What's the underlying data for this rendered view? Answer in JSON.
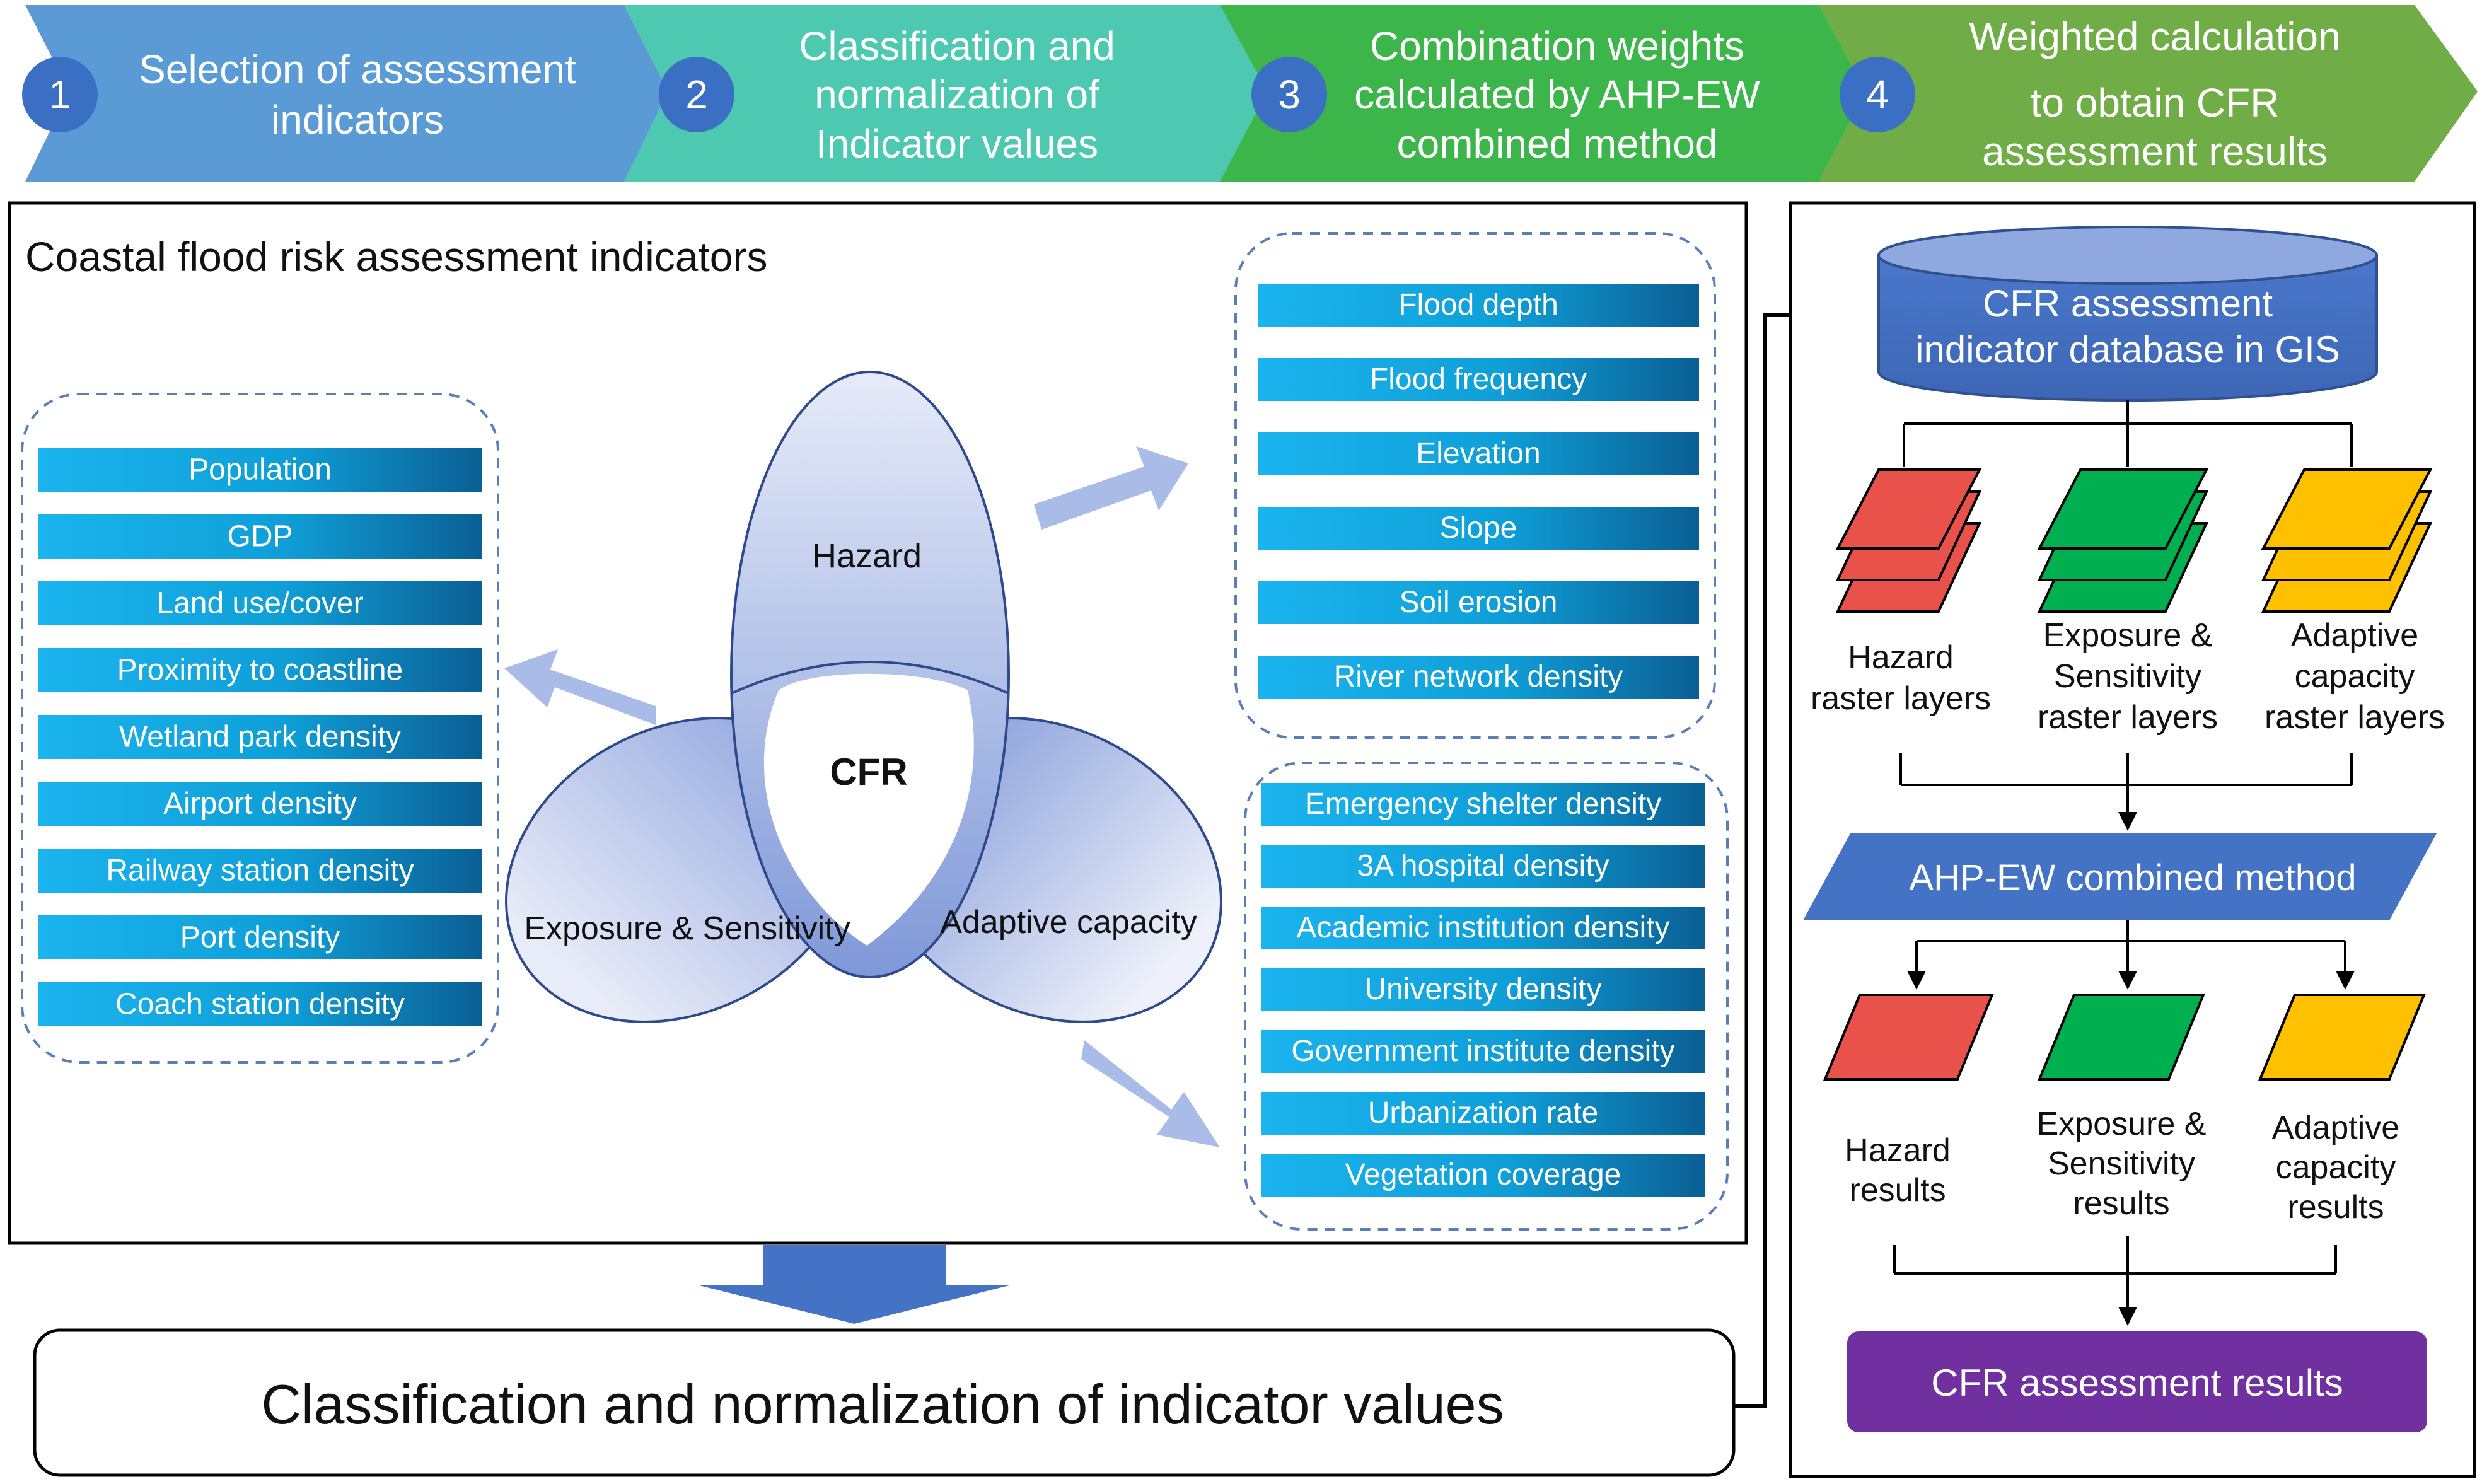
{
  "colors": {
    "step1": "#5b9bd5",
    "step2": "#4cc9b0",
    "step3": "#3cb54a",
    "step4": "#70ad47",
    "number_circle": "#3a6fc4",
    "indicator_bar": "#14a7e0",
    "hazard_layer": "#e8524a",
    "exposure_layer": "#00b050",
    "adaptive_layer": "#ffc000",
    "database": "#4472c4",
    "method_box": "#4472c4",
    "results_box": "#7030a0",
    "arrow_big": "#4472c4",
    "arrow_light": "#a9bce8"
  },
  "steps": [
    {
      "number": "1",
      "lines": [
        "Selection of assessment",
        "indicators"
      ]
    },
    {
      "number": "2",
      "lines": [
        "Classification and",
        "normalization of",
        "Indicator values"
      ]
    },
    {
      "number": "3",
      "lines": [
        "Combination weights",
        "calculated by AHP-EW",
        "combined method"
      ]
    },
    {
      "number": "4",
      "lines": [
        "Weighted calculation",
        "to obtain CFR",
        "assessment results"
      ]
    }
  ],
  "indicators_panel": {
    "title": "Coastal flood risk assessment indicators",
    "venn": {
      "hazard": "Hazard",
      "exposure": "Exposure & Sensitivity",
      "adaptive": "Adaptive capacity",
      "center": "CFR"
    },
    "exposure_indicators": [
      "Population",
      "GDP",
      "Land use/cover",
      "Proximity to coastline",
      "Wetland park density",
      "Airport density",
      "Railway station density",
      "Port density",
      "Coach station density"
    ],
    "hazard_indicators": [
      "Flood depth",
      "Flood frequency",
      "Elevation",
      "Slope",
      "Soil erosion",
      "River network density"
    ],
    "adaptive_indicators": [
      "Emergency shelter density",
      "3A hospital  density",
      "Academic institution density",
      "University density",
      "Government institute density",
      "Urbanization rate",
      "Vegetation coverage"
    ]
  },
  "bottom_box": "Classification and normalization of indicator values",
  "workflow": {
    "database": [
      "CFR assessment",
      "indicator database in GIS"
    ],
    "layers": [
      {
        "lines": [
          "Hazard",
          "raster layers"
        ]
      },
      {
        "lines": [
          "Exposure &",
          "Sensitivity",
          "raster layers"
        ]
      },
      {
        "lines": [
          "Adaptive",
          "capacity",
          "raster layers"
        ]
      }
    ],
    "method": "AHP-EW combined method",
    "results": [
      {
        "lines": [
          "Hazard",
          "results"
        ]
      },
      {
        "lines": [
          "Exposure &",
          "Sensitivity",
          "results"
        ]
      },
      {
        "lines": [
          "Adaptive",
          "capacity",
          "results"
        ]
      }
    ],
    "final": "CFR assessment results"
  }
}
